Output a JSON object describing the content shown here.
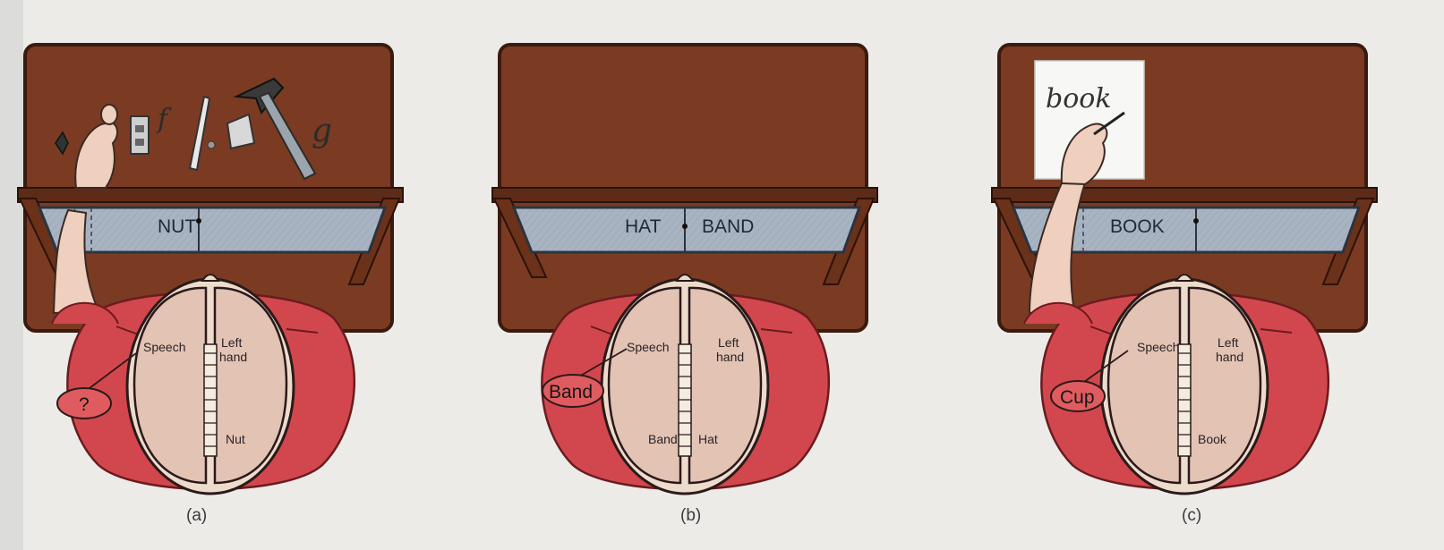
{
  "panels": [
    {
      "caption": "(a)",
      "screen_left": "",
      "screen_center": "NUT",
      "screen_right": "",
      "brain_left_top": "Speech",
      "brain_right_top": "Left\nhand",
      "brain_left_bottom": "",
      "brain_right_bottom": "Nut",
      "callout": "?",
      "table_items": [
        "letter-f",
        "letter-g",
        "hammer",
        "nut",
        "knife",
        "blocks"
      ]
    },
    {
      "caption": "(b)",
      "screen_left": "HAT",
      "screen_center": "",
      "screen_right": "BAND",
      "brain_left_top": "Speech",
      "brain_right_top": "Left\nhand",
      "brain_left_bottom": "Band",
      "brain_right_bottom": "Hat",
      "callout": "Band",
      "table_items": []
    },
    {
      "caption": "(c)",
      "screen_left": "",
      "screen_center": "BOOK",
      "screen_right": "",
      "brain_left_top": "Speech",
      "brain_right_top": "Left\nhand",
      "brain_left_bottom": "",
      "brain_right_bottom": "Book",
      "callout": "Cup",
      "table_items": [
        "paper-with-handwriting"
      ],
      "handwriting": "book"
    }
  ],
  "colors": {
    "background": "#ecebe8",
    "desk": "#7a3b22",
    "desk_edge": "#3b1a0f",
    "screen": "#a9b4c2",
    "shirt": "#d2474d",
    "brain": "#e2c3b4",
    "skin": "#efcfbd"
  }
}
